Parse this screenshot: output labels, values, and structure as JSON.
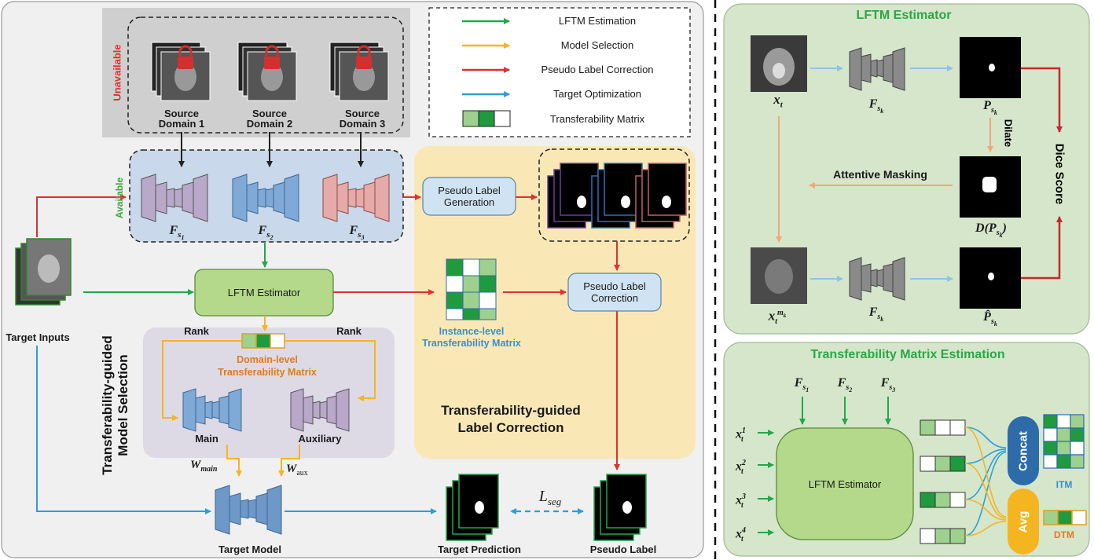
{
  "legend": [
    {
      "label": "LFTM Estimation",
      "color": "#22a84a"
    },
    {
      "label": "Model Selection",
      "color": "#f5b520"
    },
    {
      "label": "Pseudo Label Correction",
      "color": "#e03030"
    },
    {
      "label": "Target Optimization",
      "color": "#2ba0d8"
    },
    {
      "label": "Transferability Matrix",
      "color": "#27a145"
    }
  ],
  "left": {
    "unavailable": "Unavailable",
    "available": "Available",
    "sources": [
      "Source Domain 1",
      "Source Domain 2",
      "Source Domain 3"
    ],
    "source_lines": [
      [
        "Source",
        "Domain 1"
      ],
      [
        "Source",
        "Domain 2"
      ],
      [
        "Source",
        "Domain 3"
      ]
    ],
    "models": [
      "F",
      "F",
      "F"
    ],
    "model_subs": [
      "s",
      "s",
      "s"
    ],
    "model_subsubs": [
      "1",
      "2",
      "3"
    ],
    "target_inputs": "Target Inputs",
    "lftm_estimator": "LFTM Estimator",
    "rank_left": "Rank",
    "rank_right": "Rank",
    "domain_level": "Domain-level",
    "transferability_matrix": "Transferability Matrix",
    "main": "Main",
    "auxiliary": "Auxiliary",
    "w_main": "W",
    "w_main_sub": "main",
    "w_aux": "W",
    "w_aux_sub": "aux",
    "model_selection_title_1": "Transferability-guided",
    "model_selection_title_2": "Model Selection",
    "target_model": "Target Model",
    "target_prediction": "Target Prediction",
    "pseudo_label": "Pseudo Label",
    "l_seg": "L",
    "l_seg_sub": "seg",
    "pseudo_label_generation_1": "Pseudo Label",
    "pseudo_label_generation_2": "Generation",
    "pseudo_label_correction_1": "Pseudo Label",
    "pseudo_label_correction_2": "Correction",
    "instance_level_1": "Instance-level",
    "instance_level_2": "Transferability Matrix",
    "label_correction_title_1": "Transferability-guided",
    "label_correction_title_2": "Label Correction"
  },
  "right_top": {
    "title": "LFTM Estimator",
    "x_t": "x",
    "x_t_sub": "t",
    "f_sk": "F",
    "p_sk": "P",
    "dilate": "Dilate",
    "dice_score": "Dice Score",
    "attentive_masking": "Attentive Masking",
    "d_p_sk": "D(P",
    "x_t_mk": "x",
    "p_hat_sk": "P̂"
  },
  "right_bottom": {
    "title": "Transferability Matrix Estimation",
    "inputs": [
      "F",
      "F",
      "F"
    ],
    "input_subs": [
      "1",
      "2",
      "3"
    ],
    "x_rows": [
      "x",
      "x",
      "x",
      "x"
    ],
    "x_sups": [
      "1",
      "2",
      "3",
      "4"
    ],
    "lftm_estimator": "LFTM Estimator",
    "concat": "Concat",
    "avg": "Avg",
    "itm": "ITM",
    "dtm": "DTM"
  },
  "colors": {
    "green": "#22a84a",
    "yellow": "#f5b520",
    "red": "#e03030",
    "blue": "#2ba0d8",
    "orange_text": "#e07a22",
    "blue_text": "#3b8ed0",
    "dark_green": "#1f9a3e"
  }
}
